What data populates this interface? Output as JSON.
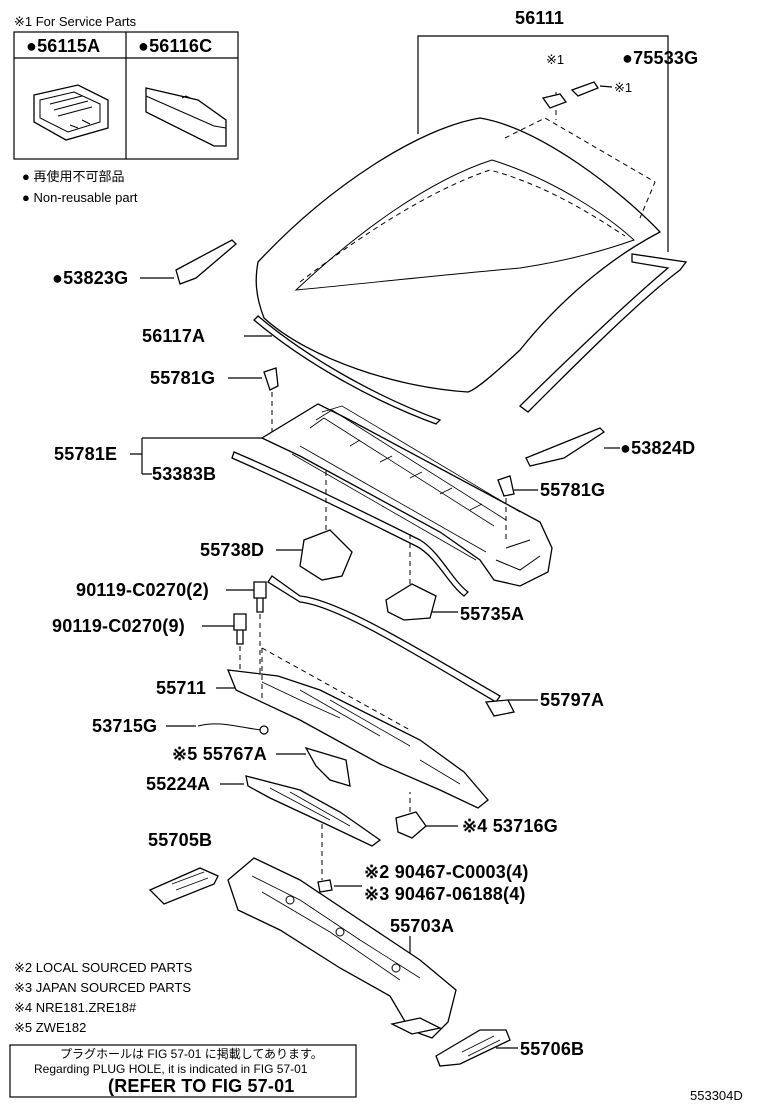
{
  "service_note": "※1 For Service Parts",
  "service_parts": [
    "●56115A",
    "●56116C"
  ],
  "legend": {
    "jp": "● 再使用不可部品",
    "en": "● Non-reusable part"
  },
  "callouts": {
    "c56111": "56111",
    "c75533G": "●75533G",
    "ref1a": "※1",
    "ref1b": "※1",
    "c53823G": "●53823G",
    "c56117A": "56117A",
    "c55781G_top": "55781G",
    "c55781E": "55781E",
    "c53383B": "53383B",
    "c53824D": "●53824D",
    "c55781G_right": "55781G",
    "c55738D": "55738D",
    "c90119_2": "90119-C0270(2)",
    "c90119_9": "90119-C0270(9)",
    "c55735A": "55735A",
    "c55711": "55711",
    "c55797A": "55797A",
    "c53715G": "53715G",
    "c55767A": "※5 55767A",
    "c55224A": "55224A",
    "c53716G": "※4 53716G",
    "c55705B": "55705B",
    "c90467_1": "※2 90467-C0003(4)",
    "c90467_2": "※3 90467-06188(4)",
    "c55703A": "55703A",
    "c55706B": "55706B"
  },
  "notes": [
    "※2 LOCAL SOURCED PARTS",
    "※3 JAPAN SOURCED PARTS",
    "※4 NRE181.ZRE18#",
    "※5 ZWE182"
  ],
  "bottom_box": {
    "jp": "プラグホールは FIG 57-01 に掲載してあります。",
    "en": "Regarding PLUG HOLE, it is indicated in FIG 57-01",
    "ref": "(REFER TO FIG 57-01"
  },
  "figure_id": "553304D"
}
